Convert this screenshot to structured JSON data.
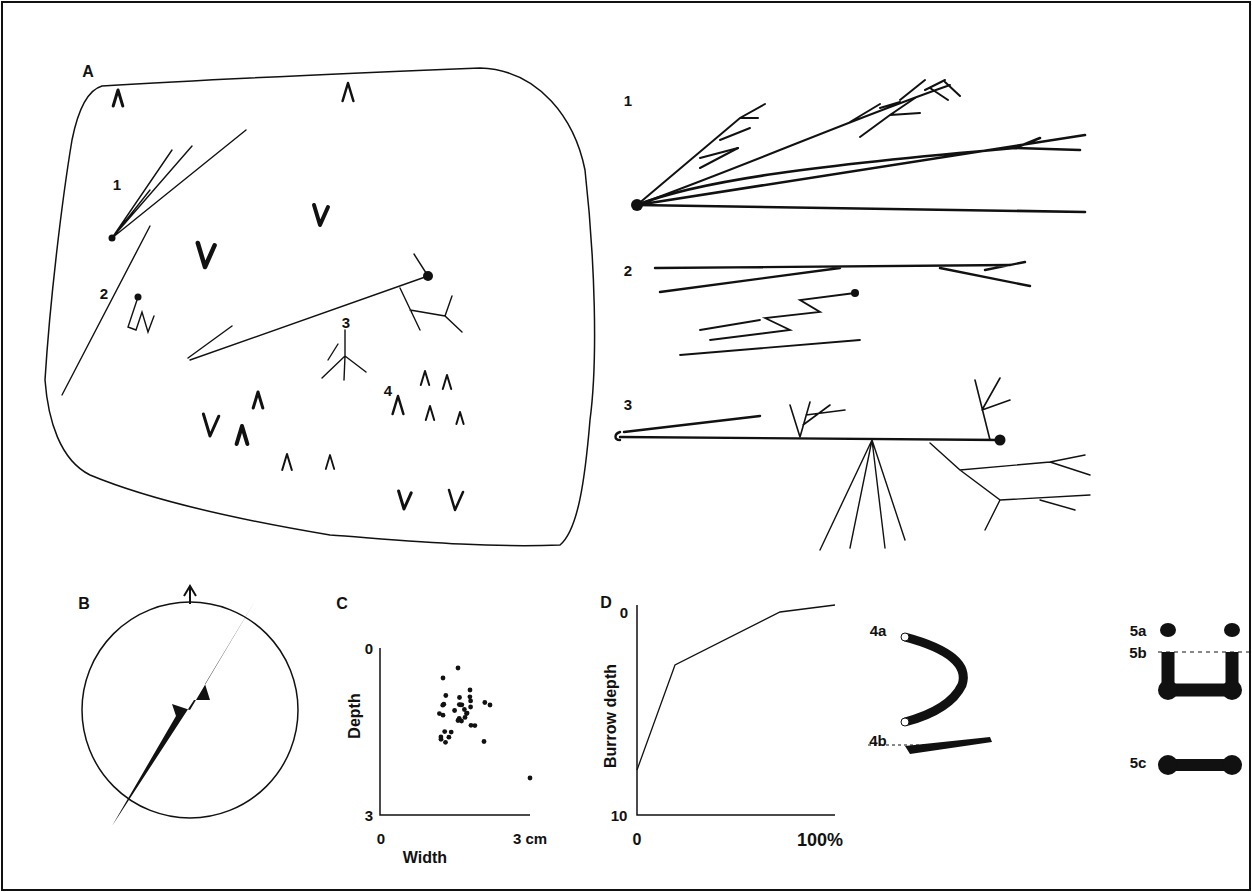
{
  "diagram": {
    "labels": [
      "A",
      "1",
      "2",
      "3",
      "4",
      "1",
      "2",
      "3",
      "B",
      "C",
      "0",
      "Depth",
      "3",
      "0",
      "Width",
      "3 cm",
      "D",
      "0",
      "Burrow depth",
      "10",
      "0",
      "100%",
      "4a",
      "4b",
      "5a",
      "5b",
      "5c"
    ]
  }
}
